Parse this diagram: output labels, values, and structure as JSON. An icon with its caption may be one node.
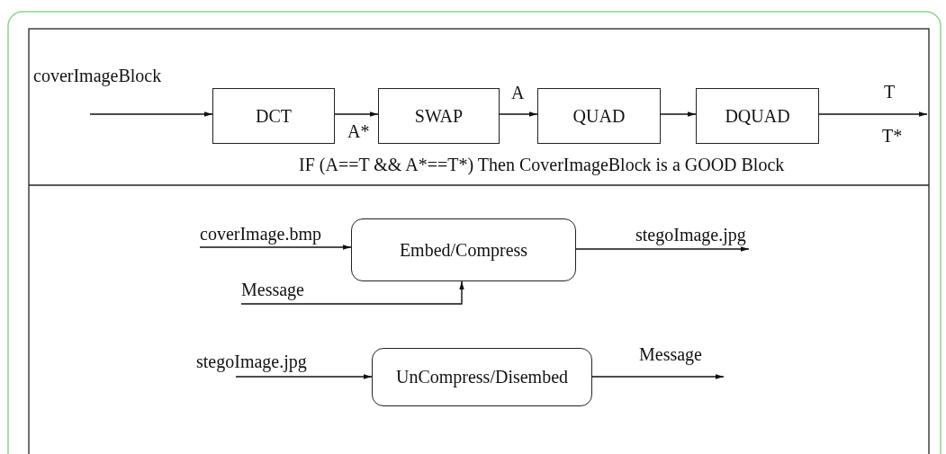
{
  "diagram": {
    "nodes": [
      {
        "text": [
          "DCT"
        ]
      },
      {
        "text": [
          "SWAP"
        ]
      },
      {
        "text": [
          "QUAD"
        ]
      },
      {
        "text": [
          "DQUAD"
        ]
      },
      {
        "text": [
          "Embed/Compress"
        ]
      },
      {
        "text": [
          "UnCompress/Disembed"
        ]
      }
    ],
    "edges": [
      {
        "from": null,
        "to": 0,
        "arrow": "to",
        "label": "coverImageBlock"
      },
      {
        "from": 0,
        "to": 1,
        "arrow": "to",
        "label": "A*"
      },
      {
        "from": 1,
        "to": 2,
        "arrow": "to",
        "label": "A"
      },
      {
        "from": 2,
        "to": 3,
        "arrow": "to"
      },
      {
        "from": 3,
        "to": null,
        "arrow": "to",
        "label": "T"
      },
      {
        "from": null,
        "to": 4,
        "arrow": "to",
        "label": "coverImage.bmp"
      },
      {
        "from": null,
        "to": 4,
        "arrow": "to",
        "label": "Message"
      },
      {
        "from": 4,
        "to": null,
        "arrow": "to",
        "label": "stegoImage.jpg"
      },
      {
        "from": null,
        "to": 5,
        "arrow": "to",
        "label": "stegoImage.jpg"
      },
      {
        "from": 5,
        "to": null,
        "arrow": "to",
        "label": "Message"
      }
    ],
    "labels": [
      "T*",
      "IF (A==T && A*==T*) Then CoverImageBlock is a GOOD Block"
    ]
  }
}
